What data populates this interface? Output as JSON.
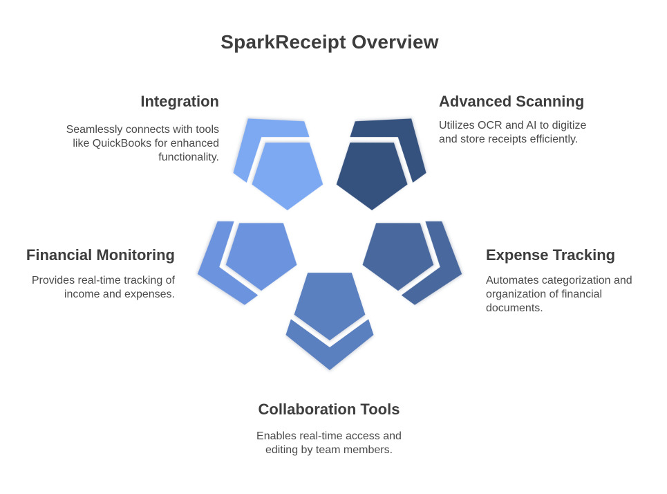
{
  "title": "SparkReceipt Overview",
  "features": [
    {
      "id": "integration",
      "label": "Integration",
      "description": "Seamlessly connects with tools\nlike QuickBooks for enhanced\nfunctionality.",
      "color": "#7DA9F3",
      "position": "top-left"
    },
    {
      "id": "advanced-scanning",
      "label": "Advanced Scanning",
      "description": "Utilizes OCR and AI to digitize\nand store receipts efficiently.",
      "color": "#35517E",
      "position": "top-right"
    },
    {
      "id": "financial-monitoring",
      "label": "Financial Monitoring",
      "description": "Provides real-time tracking of\nincome and expenses.",
      "color": "#6C93DE",
      "position": "left"
    },
    {
      "id": "expense-tracking",
      "label": "Expense Tracking",
      "description": "Automates categorization and\norganization of financial\ndocuments.",
      "color": "#49699E",
      "position": "right"
    },
    {
      "id": "collaboration-tools",
      "label": "Collaboration Tools",
      "description": "Enables real-time access and\nediting by team members.",
      "color": "#5B80C0",
      "position": "bottom"
    }
  ],
  "colors": {
    "background": "#FFFFFF",
    "heading_text": "#3D3D3D",
    "body_text": "#4A4A4A"
  }
}
